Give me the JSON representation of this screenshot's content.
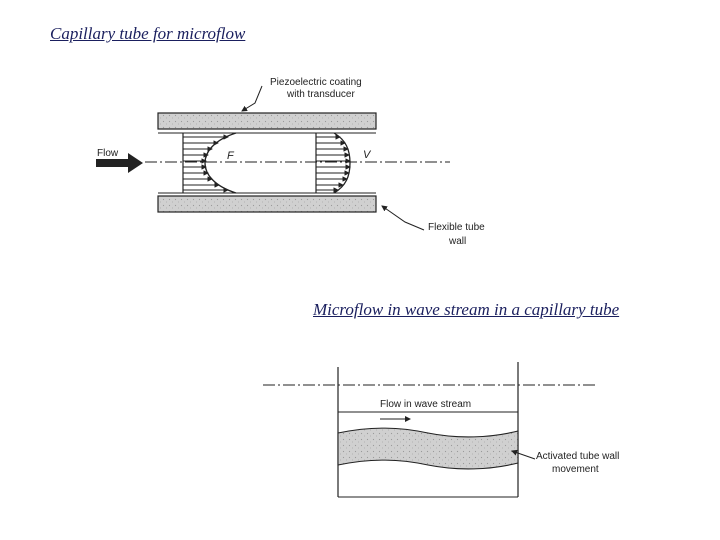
{
  "slide": {
    "title_top": "Capillary tube for microflow",
    "title_bottom": "Microflow in wave stream in a capillary tube"
  },
  "diagram_top": {
    "label_coating_line1": "Piezoelectric coating",
    "label_coating_line2": "with transducer",
    "label_flow": "Flow",
    "label_F": "F",
    "label_V": "V",
    "label_wall_line1": "Flexible tube",
    "label_wall_line2": "wall"
  },
  "diagram_bottom": {
    "label_flow_wave": "Flow in wave stream",
    "label_activated_line1": "Activated tube wall",
    "label_activated_line2": "movement"
  },
  "colors": {
    "title": "#1a1f5e",
    "wall_fill": "#cfcfcf",
    "line": "#222222"
  }
}
